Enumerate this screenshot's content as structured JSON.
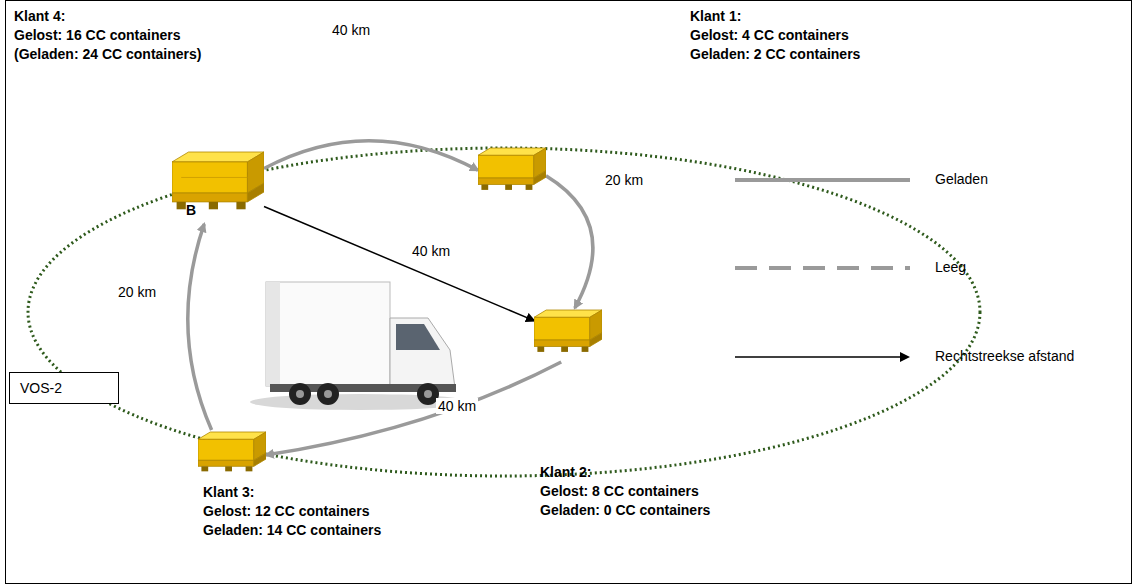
{
  "diagram": {
    "nodes": [
      {
        "text": [
          "Klant 4:",
          "Gelost: 16 CC containers",
          "(Geladen: 24 CC containers)"
        ]
      },
      {
        "text": [
          "Klant 1:",
          "Gelost: 4 CC containers",
          "Geladen: 2 CC containers"
        ]
      },
      {
        "text": [
          "Klant 2:",
          "Gelost: 8 CC containers",
          "Geladen: 0 CC containers"
        ]
      },
      {
        "text": [
          "Klant 3:",
          "Gelost: 12 CC containers",
          "Geladen: 14 CC containers"
        ]
      },
      {
        "text": [
          "VOS-2"
        ]
      }
    ],
    "edges": [
      {
        "from": 0,
        "to": 1,
        "arrow": "to",
        "label": "40 km"
      },
      {
        "from": 1,
        "to": 2,
        "arrow": "to",
        "label": "20 km"
      },
      {
        "from": 2,
        "to": 3,
        "arrow": "to",
        "label": "40 km"
      },
      {
        "from": 3,
        "to": 0,
        "arrow": "to",
        "label": "20 km"
      },
      {
        "from": 0,
        "to": 2,
        "arrow": "to",
        "label": "40 km"
      }
    ],
    "labels": [
      "B"
    ],
    "legend": [
      {
        "text": "Geladen"
      },
      {
        "text": "Leeg"
      },
      {
        "text": "Rechtstreekse afstand"
      }
    ]
  }
}
